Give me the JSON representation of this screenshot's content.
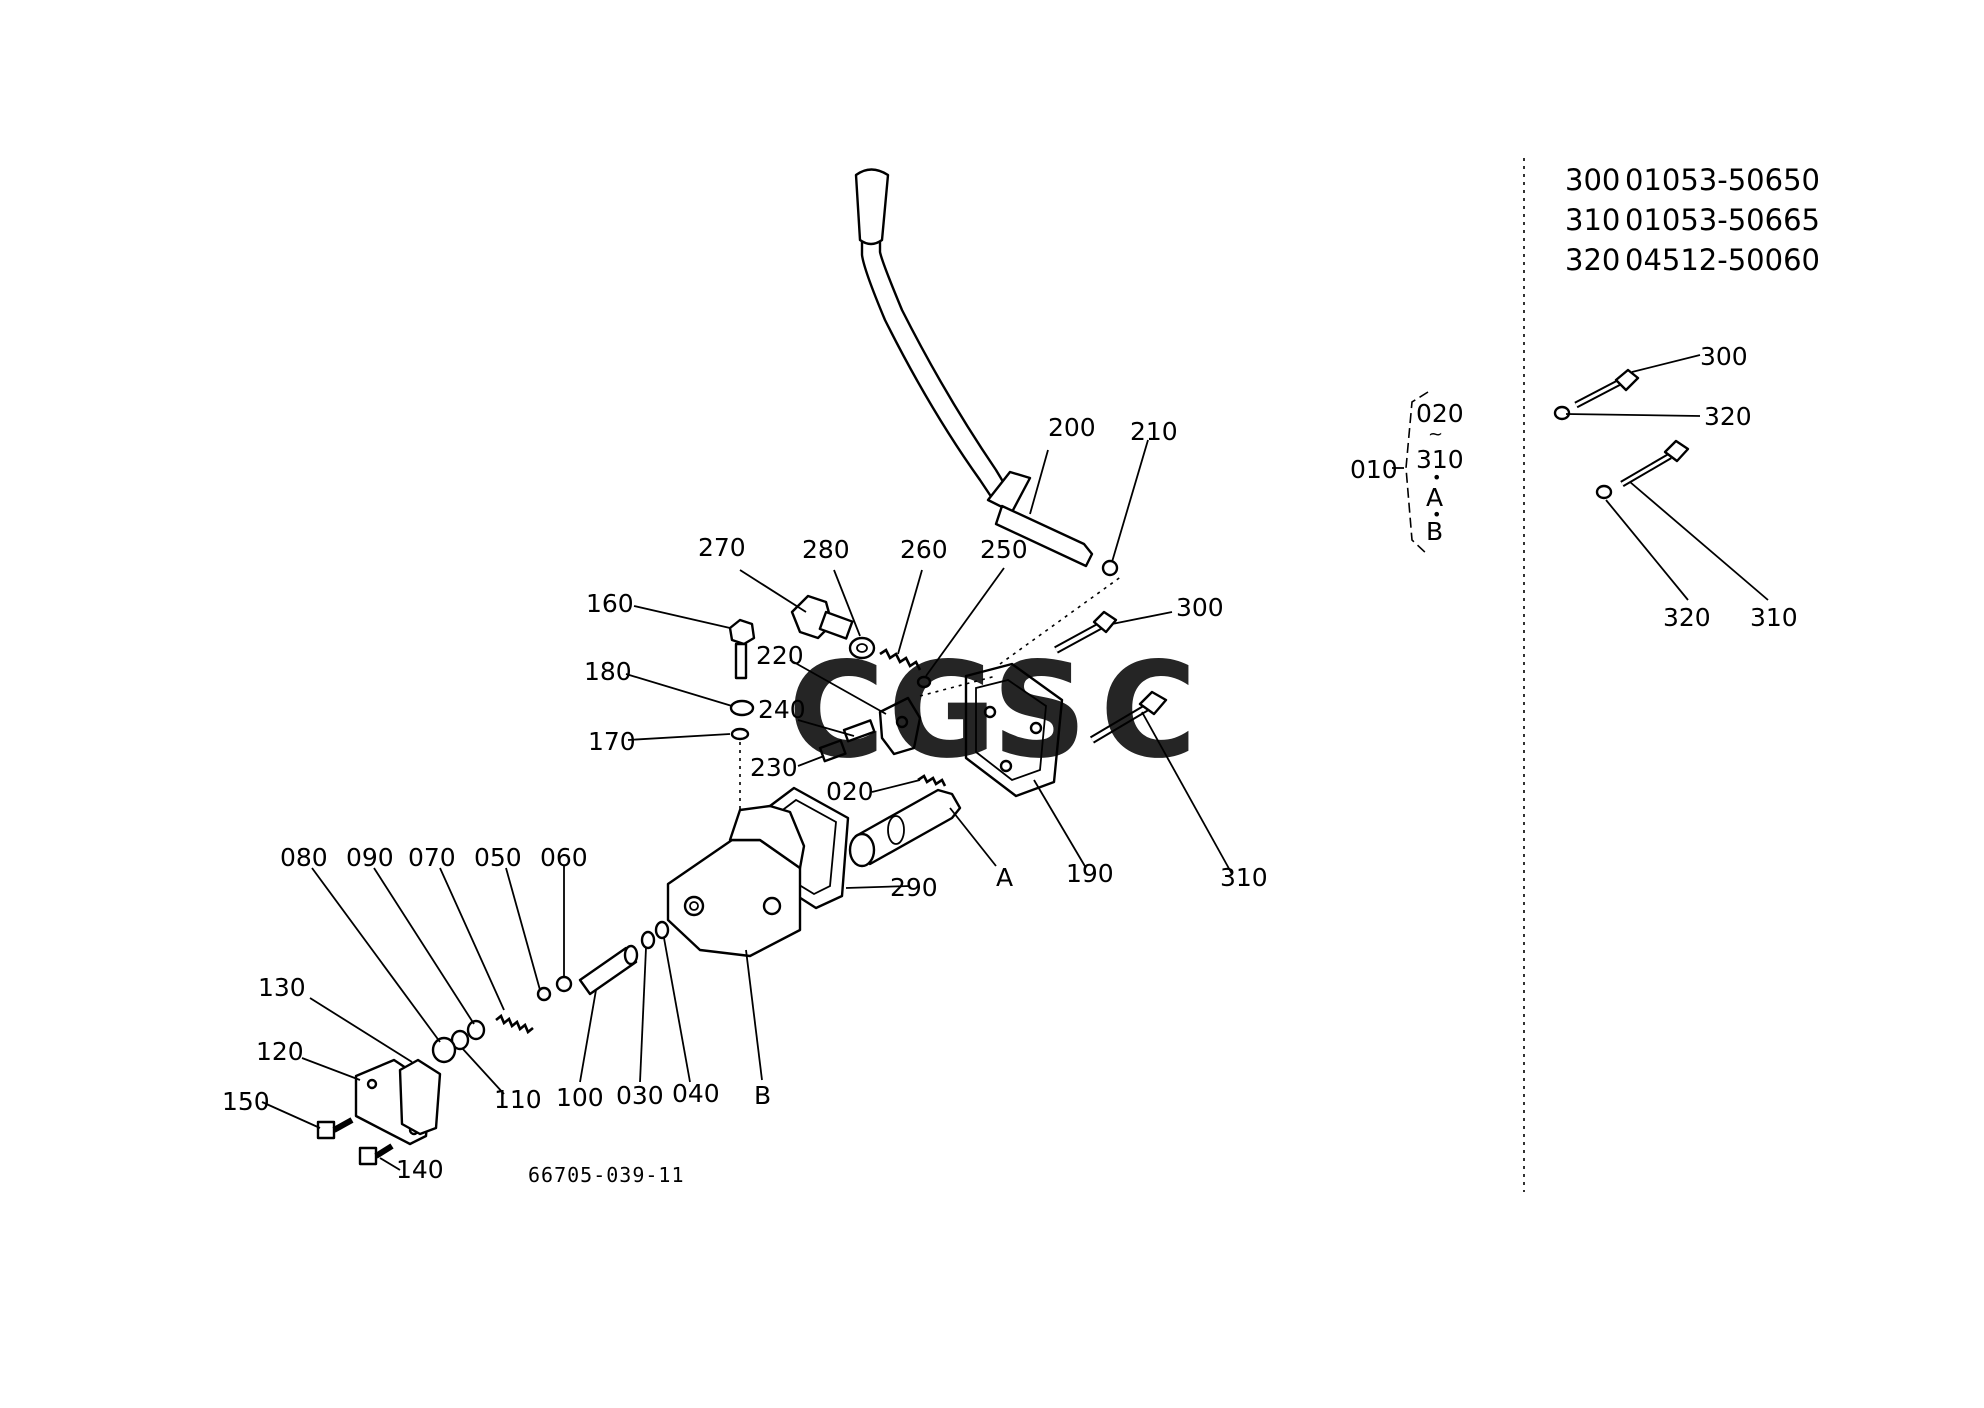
{
  "reference_table": [
    {
      "ref": "300",
      "part_no": "01053-50650"
    },
    {
      "ref": "310",
      "part_no": "01053-50665"
    },
    {
      "ref": "320",
      "part_no": "04512-50060"
    }
  ],
  "assembly_bracket": {
    "parent": "010",
    "items": [
      "020",
      "~",
      "310",
      "•",
      "A",
      "•",
      "B"
    ]
  },
  "callouts": {
    "c200": "200",
    "c210": "210",
    "c270": "270",
    "c280": "280",
    "c260": "260",
    "c250": "250",
    "c160": "160",
    "c220": "220",
    "c180": "180",
    "c240": "240",
    "c300": "300",
    "c170": "170",
    "c230": "230",
    "c020": "020",
    "c290": "290",
    "cA": "A",
    "c190": "190",
    "c310": "310",
    "c080": "080",
    "c090": "090",
    "c070": "070",
    "c050": "050",
    "c060": "060",
    "c130": "130",
    "c120": "120",
    "c150": "150",
    "c110": "110",
    "c100": "100",
    "c030": "030",
    "c040": "040",
    "cB": "B",
    "c140": "140",
    "r300": "300",
    "r320a": "320",
    "r320b": "320",
    "r310": "310"
  },
  "drawing_number": "66705-039-11",
  "watermark": {
    "letters": "CGSC",
    "colors": [
      "#4d8ef0",
      "#ef6f6a",
      "#f7cf4e",
      "#63b389"
    ]
  }
}
